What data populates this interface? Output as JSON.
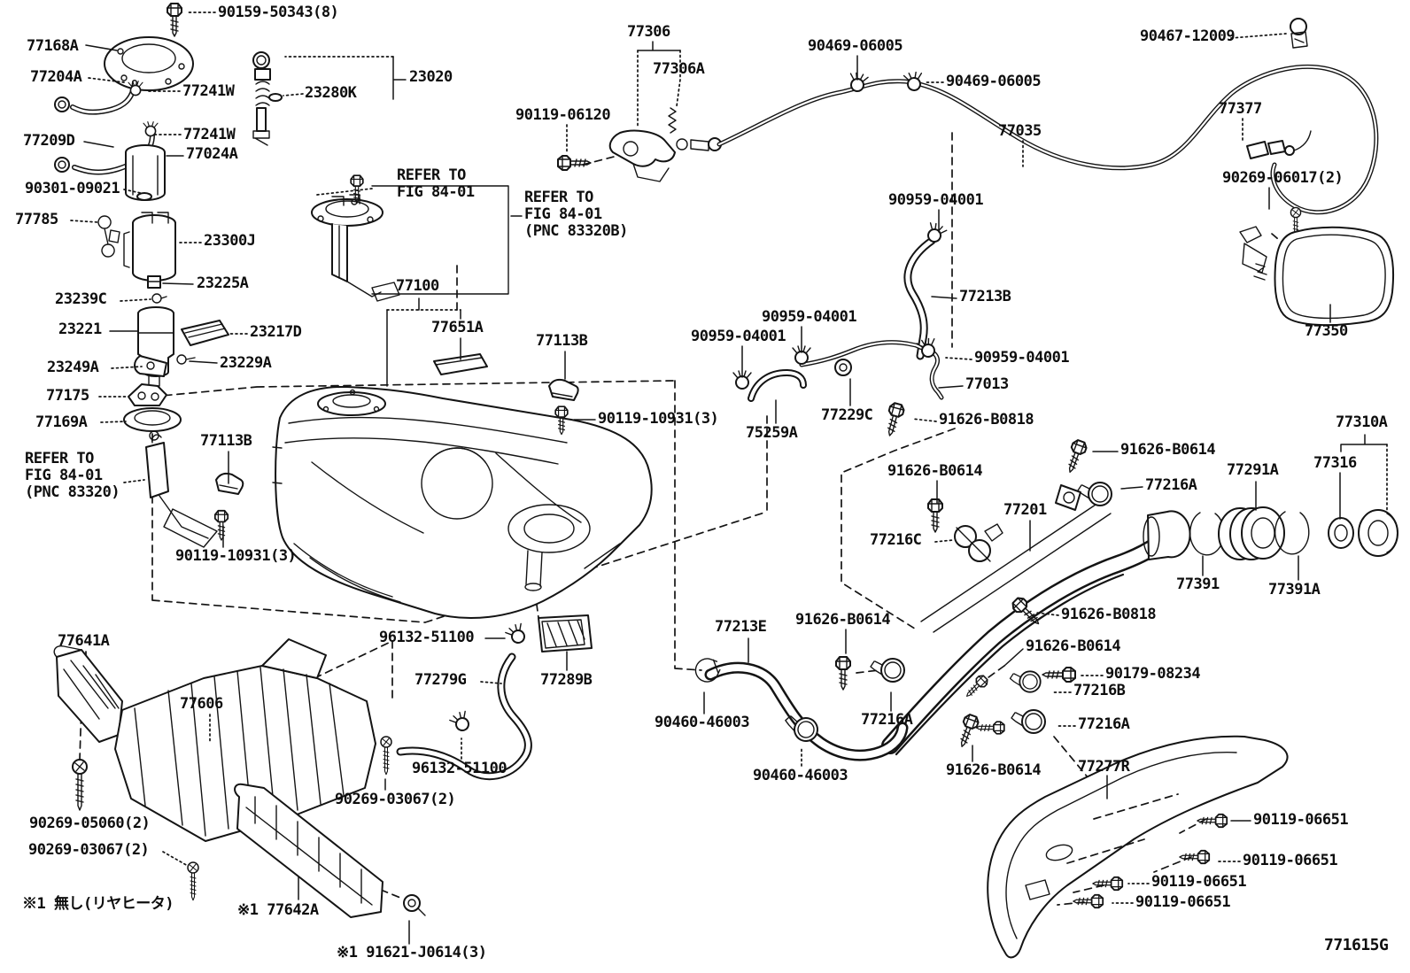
{
  "diagram": {
    "figure_code": "771615G"
  },
  "refer": {
    "fig8401": "REFER TO\nFIG 84-01",
    "fig8401_pnc83320": "REFER TO\nFIG 84-01\n(PNC 83320)",
    "fig8401_pnc83320B": "REFER TO\nFIG 84-01\n(PNC 83320B)"
  },
  "notes": {
    "note1": "※1 無し(リヤヒータ)"
  },
  "parts": {
    "n90159_50343_8": "90159-50343(8)",
    "n77168A": "77168A",
    "n77204A": "77204A",
    "n77241W": "77241W",
    "n23020": "23020",
    "n23280K": "23280K",
    "n77209D": "77209D",
    "n77024A": "77024A",
    "n90301_09021": "90301-09021",
    "n77785": "77785",
    "n23300J": "23300J",
    "n23225A": "23225A",
    "n23239C": "23239C",
    "n23221": "23221",
    "n23217D": "23217D",
    "n23249A": "23249A",
    "n23229A": "23229A",
    "n77175": "77175",
    "n77169A": "77169A",
    "n77113B": "77113B",
    "n90119_10931_3": "90119-10931(3)",
    "n77100": "77100",
    "n77651A": "77651A",
    "n77306": "77306",
    "n77306A": "77306A",
    "n90119_06120": "90119-06120",
    "n90469_06005": "90469-06005",
    "n77035": "77035",
    "n90467_12009": "90467-12009",
    "n77377": "77377",
    "n90269_06017_2": "90269-06017(2)",
    "n77350": "77350",
    "n90959_04001": "90959-04001",
    "n77213B": "77213B",
    "n77013": "77013",
    "n77229C": "77229C",
    "n91626_B0818": "91626-B0818",
    "n75259A": "75259A",
    "n77310A": "77310A",
    "n77316": "77316",
    "n77291A": "77291A",
    "n91626_B0614": "91626-B0614",
    "n77216A": "77216A",
    "n77216B": "77216B",
    "n77216C": "77216C",
    "n77201": "77201",
    "n77391": "77391",
    "n77391A": "77391A",
    "n77213E": "77213E",
    "n90460_46003": "90460-46003",
    "n90179_08234": "90179-08234",
    "n77277R": "77277R",
    "n90119_06651": "90119-06651",
    "n77641A": "77641A",
    "n77606": "77606",
    "n90269_05060_2": "90269-05060(2)",
    "n90269_03067_2": "90269-03067(2)",
    "n77642A": "※1 77642A",
    "n91621_J0614_3": "※1 91621-J0614(3)",
    "n96132_51100": "96132-51100",
    "n77279G": "77279G",
    "n77289B": "77289B"
  }
}
